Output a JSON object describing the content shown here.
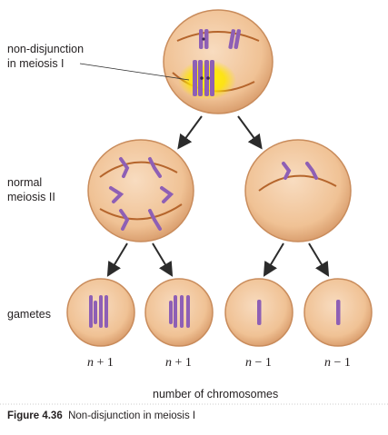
{
  "labels": {
    "nondisjunction": "non-disjunction\nin meiosis I",
    "normal": "normal\nmeiosis II",
    "gametes": "gametes",
    "axis": "number of chromosomes"
  },
  "gamete_counts": [
    {
      "n": "n",
      "op": "+",
      "k": "1"
    },
    {
      "n": "n",
      "op": "+",
      "k": "1"
    },
    {
      "n": "n",
      "op": "−",
      "k": "1"
    },
    {
      "n": "n",
      "op": "−",
      "k": "1"
    }
  ],
  "caption": {
    "figure": "Figure 4.36",
    "text": "Non-disjunction in meiosis I"
  },
  "colors": {
    "cell_fill": "#f3c9a0",
    "cell_edge": "#c98c5c",
    "chromosome": "#8e5fb5",
    "spindle": "#b5652c",
    "highlight": "#ffe600",
    "arrow": "#2b2b2b"
  }
}
